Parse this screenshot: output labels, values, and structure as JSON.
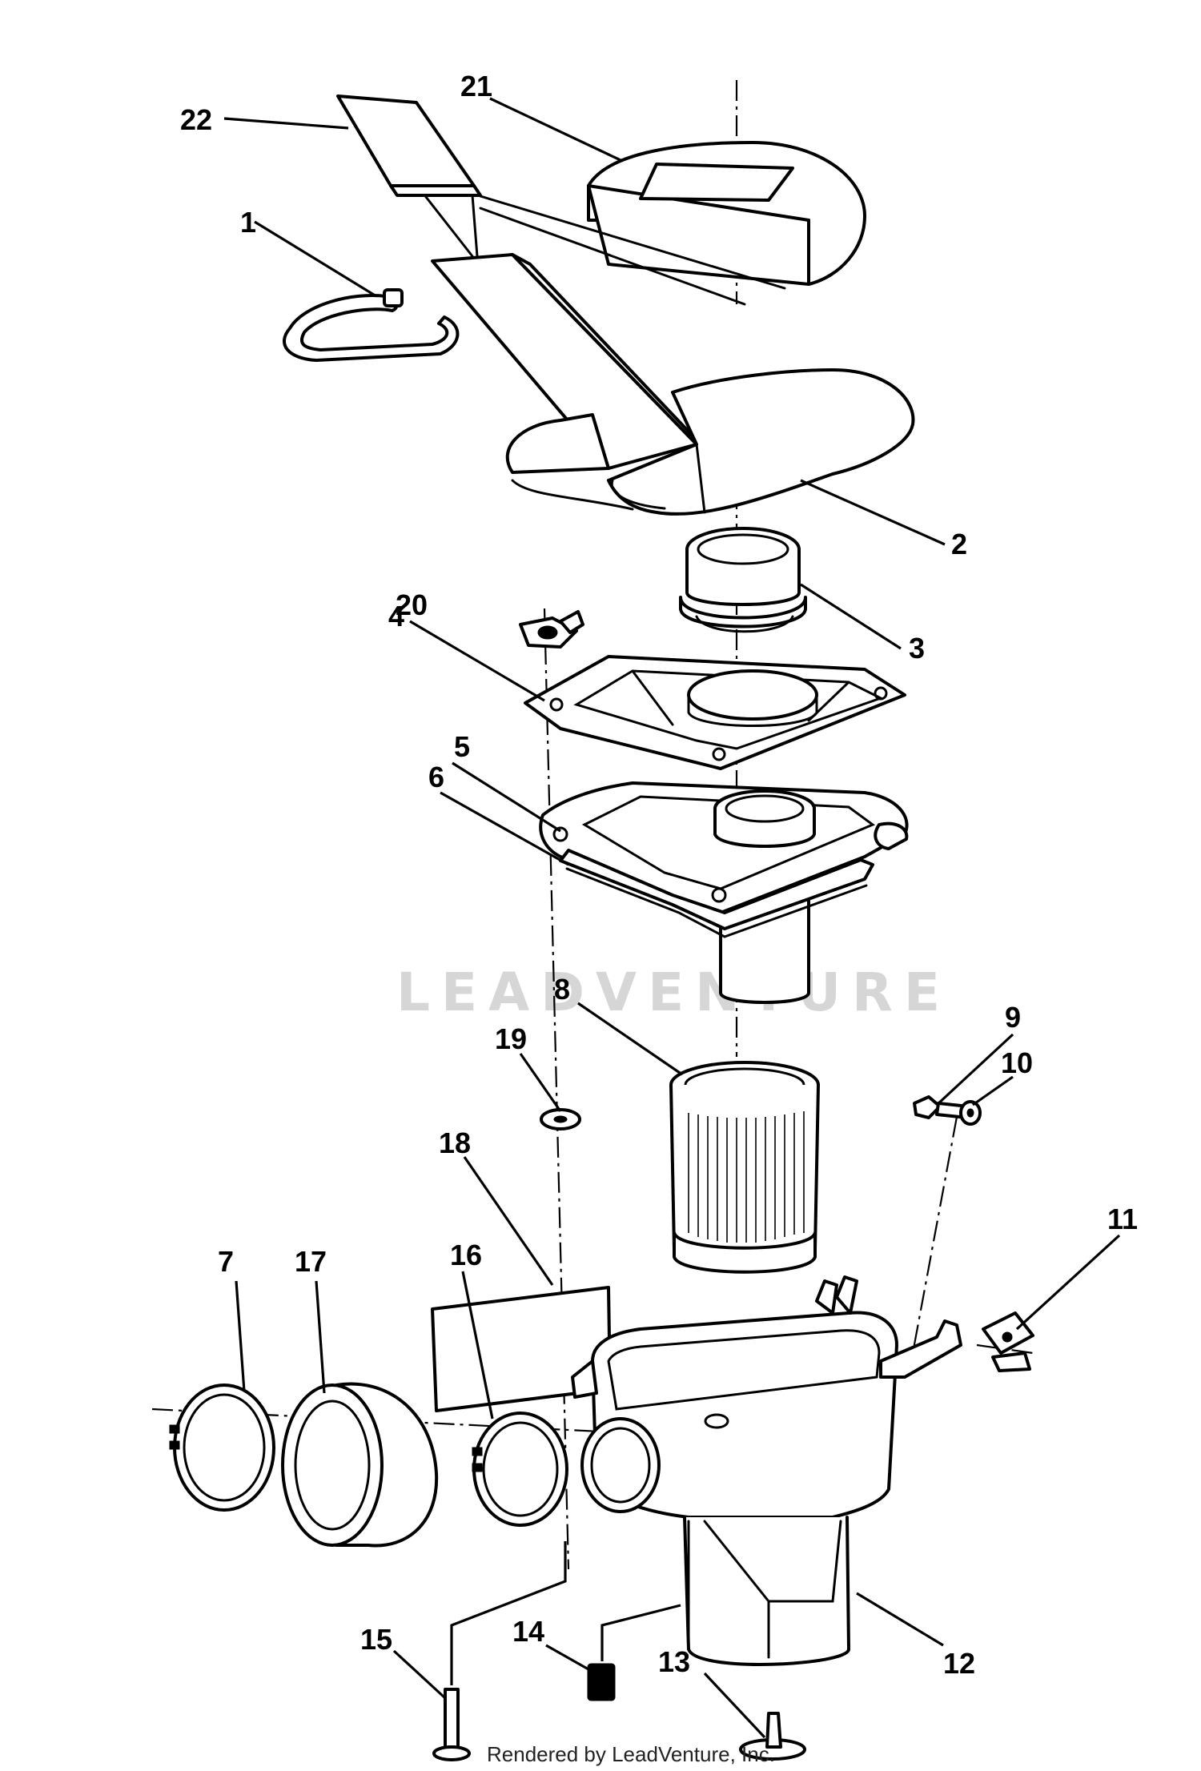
{
  "diagram": {
    "callouts": [
      "1",
      "2",
      "3",
      "4",
      "5",
      "6",
      "7",
      "8",
      "9",
      "10",
      "11",
      "12",
      "13",
      "14",
      "15",
      "16",
      "17",
      "18",
      "19",
      "20",
      "21",
      "22"
    ],
    "watermark": "LEADVENTURE",
    "credit": "Rendered by LeadVenture, Inc."
  }
}
